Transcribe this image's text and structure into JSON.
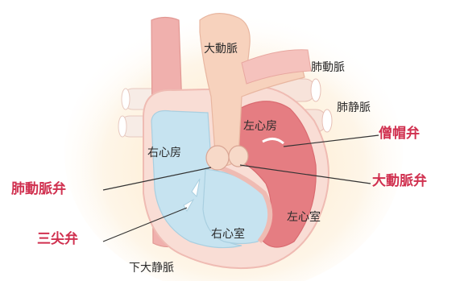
{
  "labels": {
    "aorta": "大動脈",
    "pulmonary_artery": "肺動脈",
    "pulmonary_vein": "肺静脈",
    "left_atrium": "左心房",
    "right_atrium": "右心房",
    "left_ventricle": "左心室",
    "right_ventricle": "右心室",
    "inferior_vena_cava": "下大静脈",
    "mitral_valve": "僧帽弁",
    "aortic_valve": "大動脈弁",
    "pulmonary_valve": "肺動脈弁",
    "tricuspid_valve": "三尖弁"
  },
  "colors": {
    "background_glow": "#fde6bf",
    "vessel_pink": "#f0b0ad",
    "vessel_red": "#e98f8f",
    "aorta_beige": "#f7d2bd",
    "right_side_blue": "#c6e3f0",
    "left_side_red": "#e57d82",
    "heart_outline": "#f1c5c0",
    "valve_label_red": "#d0304f",
    "label_dark": "#2b2b2b"
  }
}
